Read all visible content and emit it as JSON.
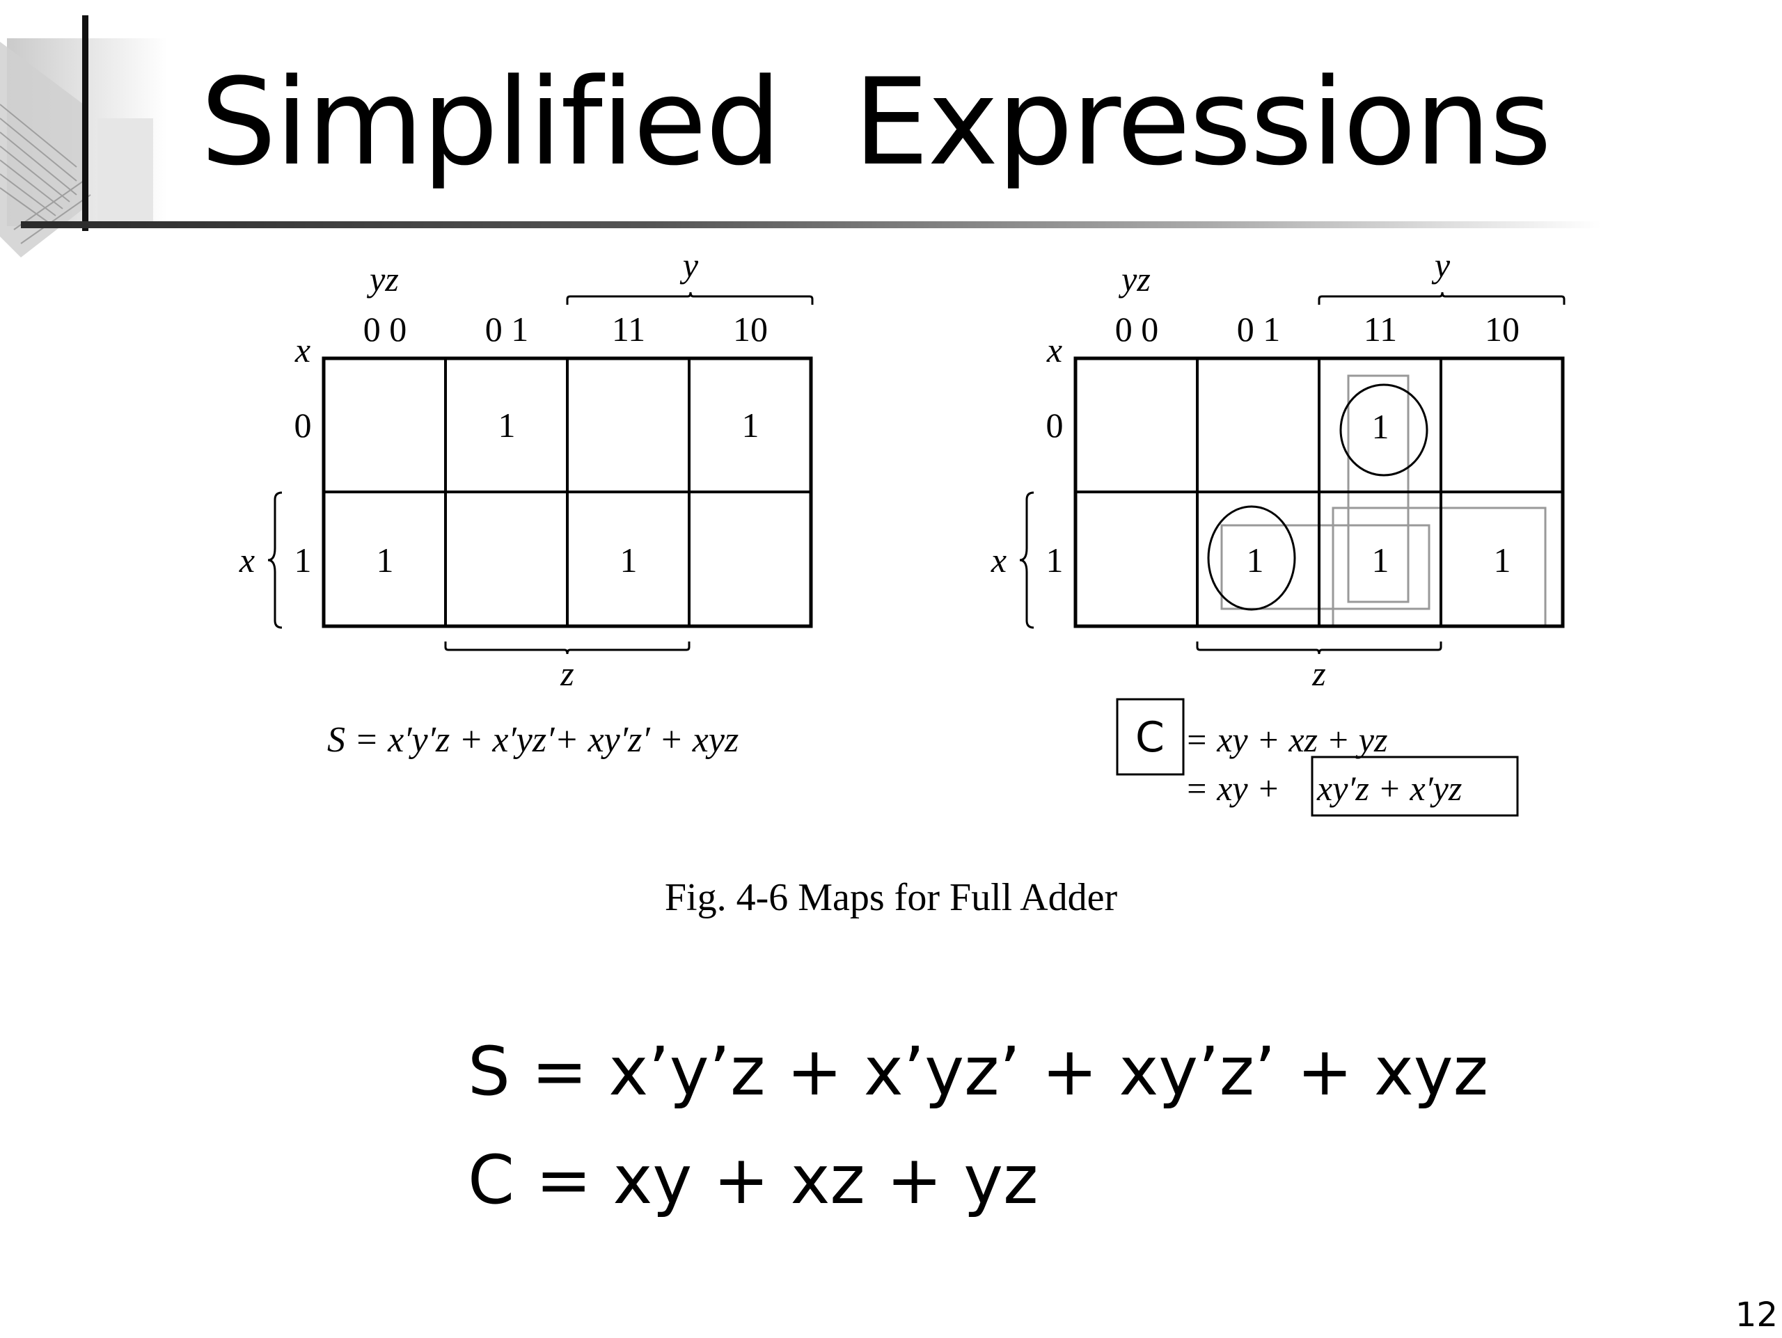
{
  "slide": {
    "title": "Simplified  Expressions",
    "page_number": "12"
  },
  "figure": {
    "caption": "Fig. 4-6  Maps for Full Adder",
    "column_var": "yz",
    "row_var": "x",
    "column_codes": [
      "0 0",
      "0 1",
      "11",
      "10"
    ],
    "row_codes": [
      "0",
      "1"
    ],
    "y_brace_label": "y",
    "z_brace_label": "z",
    "x_brace_label": "x",
    "sum_map": {
      "cells": [
        [
          "",
          "1",
          "",
          "1"
        ],
        [
          "1",
          "",
          "1",
          ""
        ]
      ],
      "equation": "S = x′y′z + x′yz′+ xy′z′ + xyz"
    },
    "carry_map": {
      "cells": [
        [
          "",
          "",
          "1",
          ""
        ],
        [
          "",
          "1",
          "1",
          "1"
        ]
      ],
      "boxed_label": "C",
      "equation_line1": "=  xy + xz + yz",
      "equation_line2_prefix": "=  xy +",
      "equation_line2_boxed": "xy′z + x′yz"
    }
  },
  "equations": {
    "sum": "S = x’y’z + x’yz’ + xy’z’ + xyz",
    "carry": "C = xy + xz + yz"
  }
}
